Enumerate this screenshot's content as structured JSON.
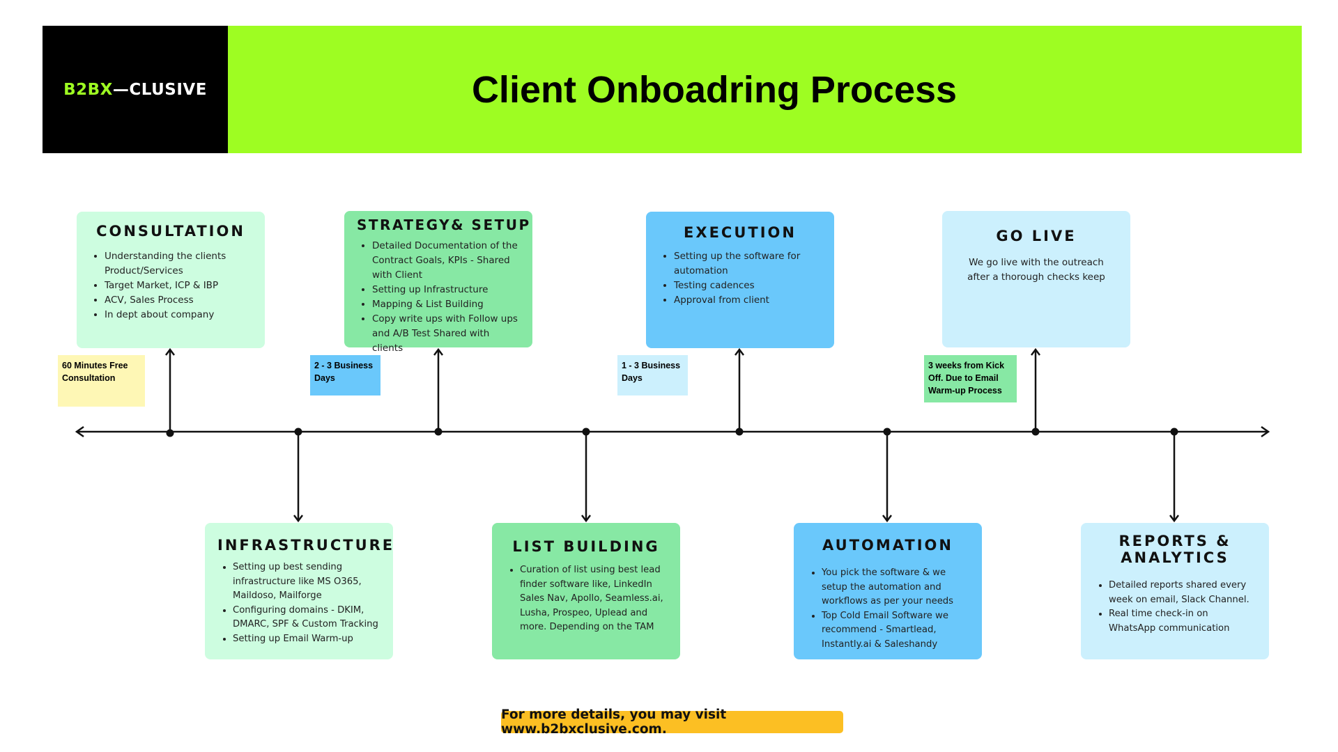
{
  "header": {
    "logo_prefix": "B2BX",
    "logo_suffix": "—CLUSIVE",
    "title": "Client Onboadring Process",
    "bg_color": "#9efd22"
  },
  "stages": {
    "consultation": {
      "title": "CONSULTATION",
      "items": [
        "Understanding the clients Product/Services",
        "Target Market, ICP & IBP",
        "ACV, Sales Process",
        "In dept about company"
      ],
      "color": "#cdfde0"
    },
    "strategy": {
      "title": "STRATEGY& SETUP",
      "items": [
        "Detailed Documentation of the Contract Goals, KPIs - Shared with Client",
        "Setting up Infrastructure",
        "Mapping & List Building",
        "Copy write ups with Follow ups and A/B Test Shared with clients"
      ],
      "color": "#87e8a4"
    },
    "execution": {
      "title": "EXECUTION",
      "items": [
        "Setting up the software for automation",
        "Testing cadences",
        "Approval from client"
      ],
      "color": "#6ac8fb"
    },
    "golive": {
      "title": "GO LIVE",
      "text": "We go live with the outreach after a thorough checks keep",
      "color": "#ccf0fd"
    },
    "infrastructure": {
      "title": "INFRASTRUCTURE",
      "items": [
        "Setting up best sending infrastructure like MS O365, Maildoso, Mailforge",
        "Configuring domains - DKIM, DMARC, SPF & Custom Tracking",
        "Setting up Email Warm-up"
      ],
      "color": "#cdfde0"
    },
    "listbuilding": {
      "title": "LIST BUILDING",
      "items": [
        "Curation of list using best lead finder software like, LinkedIn Sales Nav, Apollo, Seamless.ai, Lusha, Prospeo, Uplead and more. Depending on the TAM"
      ],
      "color": "#87e8a4"
    },
    "automation": {
      "title": "AUTOMATION",
      "items": [
        "You pick the software & we setup the automation and workflows as per your needs",
        "Top Cold Email Software we recommend - Smartlead, Instantly.ai & Saleshandy"
      ],
      "color": "#6ac8fb"
    },
    "reports": {
      "title": "REPORTS & ANALYTICS",
      "items": [
        "Detailed reports shared every week on email, Slack Channel.",
        "Real time check-in on WhatsApp  communication"
      ],
      "color": "#ccf0fd"
    }
  },
  "notes": {
    "n1": {
      "text": "60 Minutes Free Consultation",
      "color": "#fef7b5"
    },
    "n2": {
      "text": "2 - 3 Business Days",
      "color": "#6ac8fb"
    },
    "n3": {
      "text": "1 - 3 Business Days",
      "color": "#ccf0fd"
    },
    "n4": {
      "text": "3 weeks from Kick Off. Due to Email Warm-up Process",
      "color": "#87e8a4"
    }
  },
  "footer": {
    "text": "For more details, you may visit www.b2bxclusive.com.",
    "color": "#fcbf23"
  }
}
